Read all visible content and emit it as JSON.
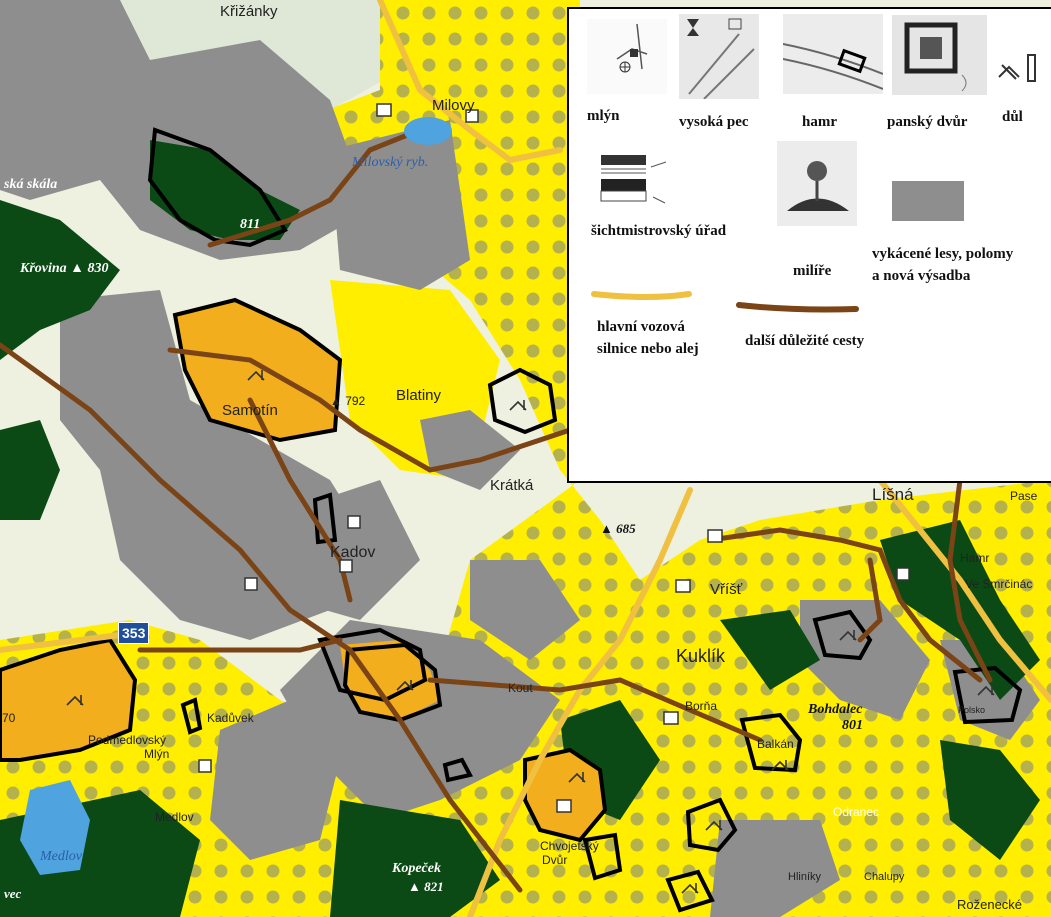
{
  "map": {
    "places": {
      "krizanky": "Křižánky",
      "milovy": "Milovy",
      "samotin": "Samotín",
      "blatiny": "Blatiny",
      "kratka": "Krátká",
      "kadov": "Kadov",
      "vrist": "Vříšť",
      "kuklik": "Kuklík",
      "bohna": "Borňa",
      "kout": "Kout",
      "kaduvek": "Kadůvek",
      "podmedlovsky_1": "Podmedlovský",
      "podmedlovsky_2": "Mlýn",
      "medlov": "Medlov",
      "lisna": "Líšná",
      "pase": "Pase",
      "hamr": "Hamr",
      "ve_smrcinach": "Ve Smrčinác",
      "balkan": "Balkán",
      "odranec": "Odranec",
      "hliniky": "Hliníky",
      "chalupy": "Chalupy",
      "rozenecke": "Roženecké",
      "chvojetsky_1": "Chvojetský",
      "chvojetsky_2": "Dvůr",
      "polsko": "Polsko",
      "vec": "vec"
    },
    "peaks": {
      "skala": "ská skála",
      "krovina": "Křovina ▲ 830",
      "p811": "811",
      "p792": "▲ 792",
      "p685": "▲ 685",
      "bohdalec_1": "Bohdalec",
      "bohdalec_2": "801",
      "kopecek_1": "Kopeček",
      "kopecek_2": "▲ 821",
      "p70": "70"
    },
    "water": {
      "milovsky": "Milovský ryb.",
      "medlov_lake": "Medlov"
    },
    "road_number": "353",
    "colors": {
      "yellow": "#ffee00",
      "gray": "#8e8e8e",
      "forest": "#0b4a14",
      "orange": "#f2ae1c",
      "main_road": "#f0c040",
      "brown_road": "#7a4416",
      "outline": "#000000"
    }
  },
  "legend": {
    "items": [
      {
        "label": "mlýn",
        "icon": "mill-icon"
      },
      {
        "label": "vysoká pec",
        "icon": "blast-furnace-icon"
      },
      {
        "label": "hamr",
        "icon": "hammer-mill-icon"
      },
      {
        "label": "panský dvůr",
        "icon": "manor-icon"
      },
      {
        "label": "důl",
        "icon": "mine-icon"
      },
      {
        "label": "šichtmistrovský úřad",
        "icon": "office-icon"
      },
      {
        "label": "milíře",
        "icon": "charcoal-pile-icon"
      },
      {
        "label_1": "vykácené lesy, polomy",
        "label_2": "a nová výsadba",
        "icon": "cleared-forest-swatch",
        "color": "#8e8e8e"
      },
      {
        "label_1": "hlavní vozová",
        "label_2": "silnice nebo alej",
        "icon": "main-road-line",
        "color": "#f0c040"
      },
      {
        "label": "další důležité cesty",
        "icon": "other-road-line",
        "color": "#7a4416"
      }
    ]
  }
}
